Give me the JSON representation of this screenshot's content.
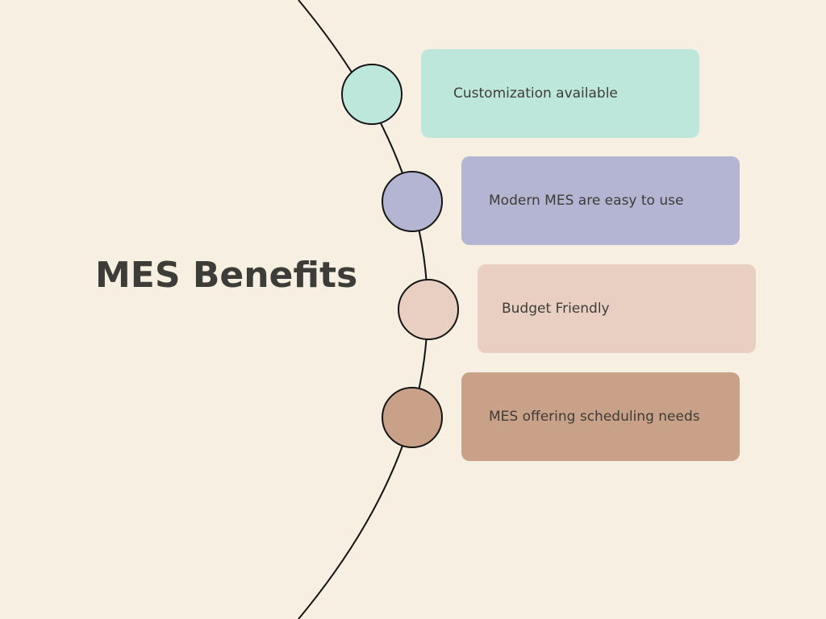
{
  "title": "MES Benefits",
  "benefits": [
    {
      "label": "Customization available",
      "color": "#BEE7DC"
    },
    {
      "label": "Modern MES are easy to use",
      "color": "#B3B5D2"
    },
    {
      "label": "Budget Friendly",
      "color": "#E9CFC2"
    },
    {
      "label": "MES offering scheduling needs",
      "color": "#C9A189"
    }
  ],
  "colors": {
    "background": "#F7F0E2",
    "title_text": "#3E3C38",
    "line": "#141414"
  }
}
